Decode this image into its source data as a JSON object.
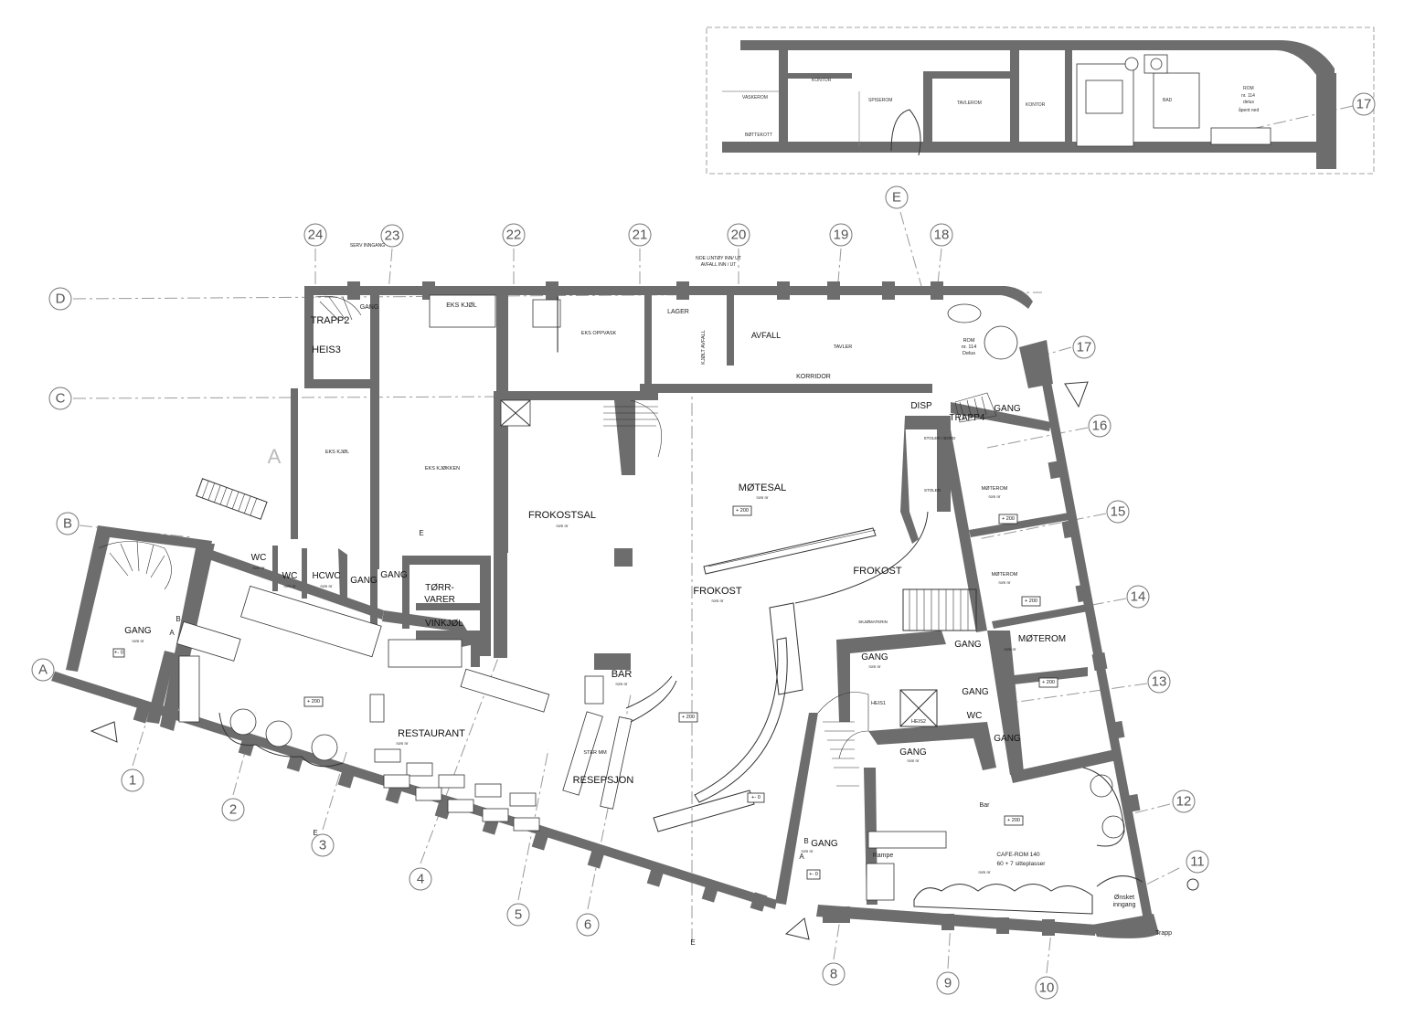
{
  "grid": {
    "columns": [
      "1",
      "2",
      "3",
      "4",
      "5",
      "6",
      "8",
      "9",
      "10",
      "11",
      "12",
      "13",
      "14",
      "15",
      "16",
      "17",
      "18",
      "19",
      "20",
      "21",
      "22",
      "23",
      "24"
    ],
    "rows": [
      "A",
      "B",
      "C",
      "D",
      "E"
    ],
    "inset_axis": "17"
  },
  "rooms": {
    "restaurant": "RESTAURANT",
    "frokostsal": "FROKOSTSAL",
    "motesal": "MØTESAL",
    "frokost_left": "FROKOST",
    "frokost_right": "FROKOST",
    "eks_kjokken": "EKS KJØKKEN",
    "eks_kjol_top": "EKS KJØL",
    "eks_kjol_left": "EKS KJØL",
    "eks_oppvask": "EKS OPPVASK",
    "lager": "LAGER",
    "kjolt_avfall": "KJØLT AVFALL",
    "avfall": "AVFALL",
    "tavler": "TAVLER",
    "korridor": "KORRIDOR",
    "trapp2": "TRAPP2",
    "heis3": "HEIS3",
    "gang_top": "GANG",
    "gang_left": "GANG",
    "wc1": "WC",
    "wc2": "WC",
    "hcwc": "HCWC",
    "gang_mid1": "GANG",
    "gang_mid2": "GANG",
    "torrvarer_1": "TØRR-",
    "torrvarer_2": "VARER",
    "vinkjol": "VINKJØL",
    "bar": "BAR",
    "resepsjon": "RESEPSJON",
    "disp": "DISP",
    "trapp4": "TRAPP4",
    "gang_trapp4": "GANG",
    "moterom_1": "MØTEROM",
    "moterom_2": "MØTEROM",
    "moterom_3": "MØTEROM",
    "gang_r1": "GANG",
    "gang_r2": "GANG",
    "gang_r3": "GANG",
    "gang_r4": "GANG",
    "gang_r5": "GANG",
    "wc_r": "WC",
    "heis1": "HEIS1",
    "heis2": "HEIS2",
    "bar_cafe": "Bar",
    "cafe_rom": "CAFE-ROM 140",
    "cafe_seats": "60 + 7 sitteplasser",
    "rampe": "Rampe",
    "onsket_1": "Ønsket",
    "onsket_2": "inngang",
    "trapp_out": "Trapp",
    "gang_bottom": "GANG",
    "rom114": "ROM",
    "rom114_sub": "nr. 114",
    "rom114_sub2": "Delus",
    "stoler_bord": "STOLER / BORD",
    "stoler": "STOLER",
    "serv_inngang": "SERV INNGANG",
    "top_note_1": "NOE LINTØY INN/ UT",
    "top_note_2": "AVFALL INN / UT",
    "kjokkenheis": "SKJØMATERIN",
    "ster_mm": "STER MM"
  },
  "tags": {
    "plus200": "+ 200",
    "plus0": "+- 0",
    "room_no": "rom nr"
  },
  "inset": {
    "kontor_1": "KONTOR",
    "spiserom": "SPISEROM",
    "tavlerom": "TAVLEROM",
    "kontor_2": "KONTOR",
    "vaskerom": "VASKEROM",
    "bottekott": "BØTTEKOTT",
    "bad": "BAD",
    "rom": "ROM",
    "rom_sub": "nr. 114",
    "rom_sub2": "delus",
    "apent": "åpent ned"
  },
  "section_marks": {
    "A": "A",
    "B": "B",
    "E": "E"
  }
}
